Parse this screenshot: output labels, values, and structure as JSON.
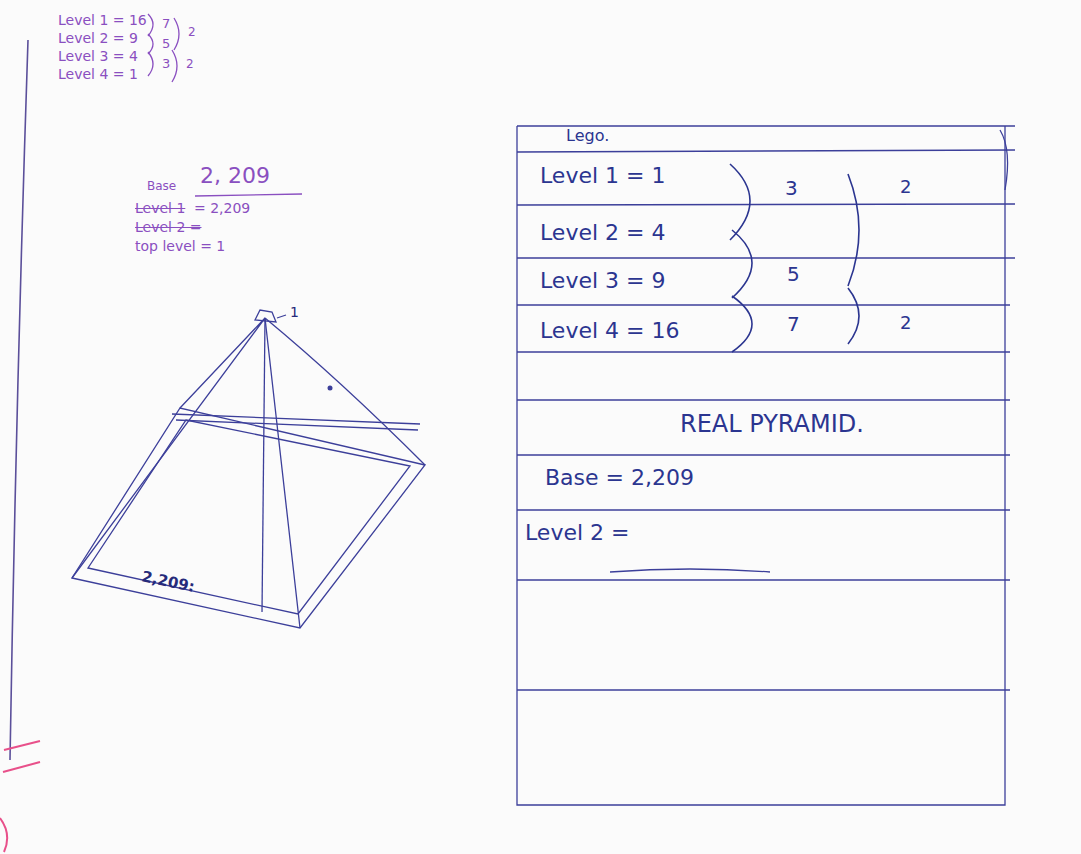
{
  "diagram": {
    "labels": [
      "Level 1 = 16",
      "Level 2 = 9",
      "Level 3 = 4",
      "Level 4 = 1",
      "7",
      "5",
      "3",
      "2",
      "2",
      "2, 209",
      "Base",
      "Level 1",
      "= 2,209",
      "Level 2 =",
      "top level = 1",
      "1",
      "2,209:",
      "Lego.",
      "Level 1 = 1",
      "Level 2 = 4",
      "Level 3 = 9",
      "Level 4 = 16",
      "3",
      "5",
      "7",
      "2",
      "2",
      "REAL PYRAMID.",
      "Base = 2,209",
      "Level 2 ="
    ]
  }
}
